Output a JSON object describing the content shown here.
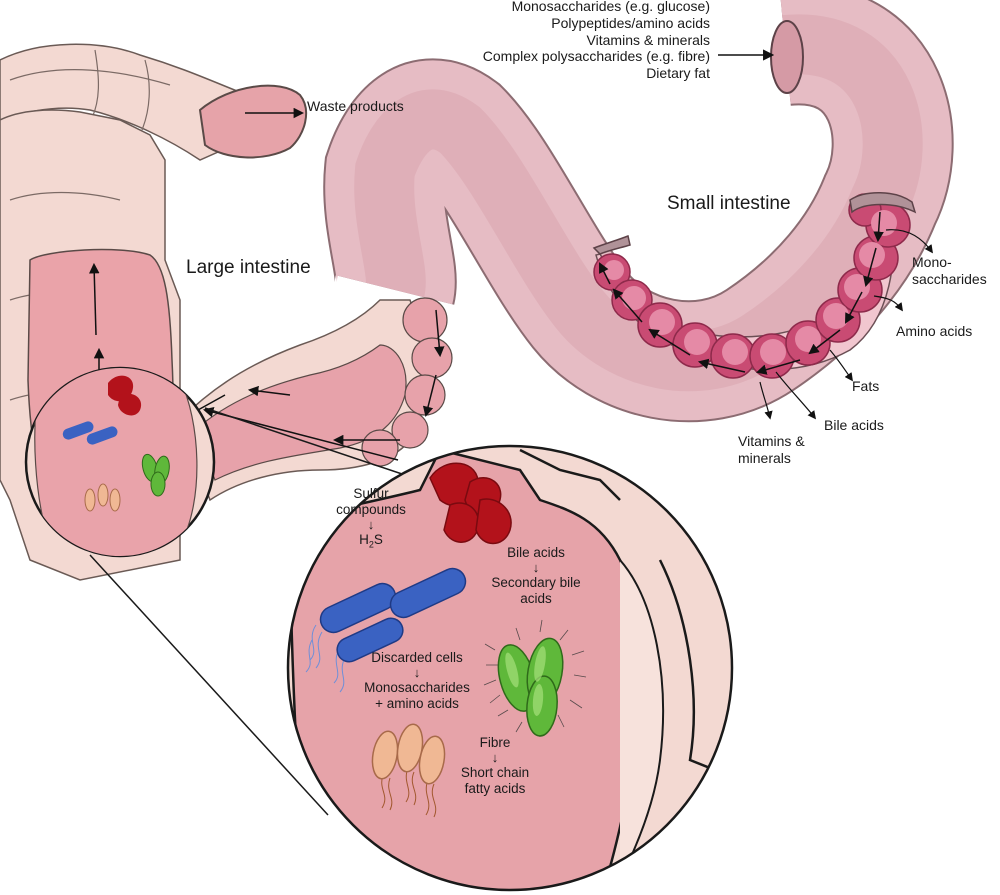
{
  "small_intestine": {
    "title": "Small intestine",
    "inputs": [
      "Monosaccharides (e.g. glucose)",
      "Polypeptides/amino acids",
      "Vitamins & minerals",
      "Complex polysaccharides (e.g. fibre)",
      "Dietary fat"
    ],
    "absorbed": {
      "mono_1": "Mono-",
      "mono_2": "saccharides",
      "amino": "Amino acids",
      "fats": "Fats",
      "bile": "Bile acids",
      "vit_1": "Vitamins &",
      "vit_2": "minerals"
    }
  },
  "large_intestine": {
    "title": "Large intestine",
    "waste": "Waste products"
  },
  "inset": {
    "sulfur_1": "Sulfur",
    "sulfur_2": "compounds",
    "h2s_h": "H",
    "h2s_sub": "2",
    "h2s_s": "S",
    "bile_1": "Bile acids",
    "bile_2": "Secondary bile",
    "bile_3": "acids",
    "cells_1": "Discarded cells",
    "cells_2": "Monosaccharides",
    "cells_3": "+ amino acids",
    "fibre_1": "Fibre",
    "fibre_2": "Short chain",
    "fibre_3": "fatty acids",
    "arrow": "↓"
  },
  "colors": {
    "tissue": "#e8a0a8",
    "lumen": "#d97a86",
    "villi": "#c2456a",
    "outer": "#e9c3c9",
    "colon_skin": "#f3d9d2",
    "red_bacteria": "#b3121b",
    "blue_bacteria": "#3a62c2",
    "green_bacteria": "#5fb83a",
    "peach_bacteria": "#f0b894"
  }
}
